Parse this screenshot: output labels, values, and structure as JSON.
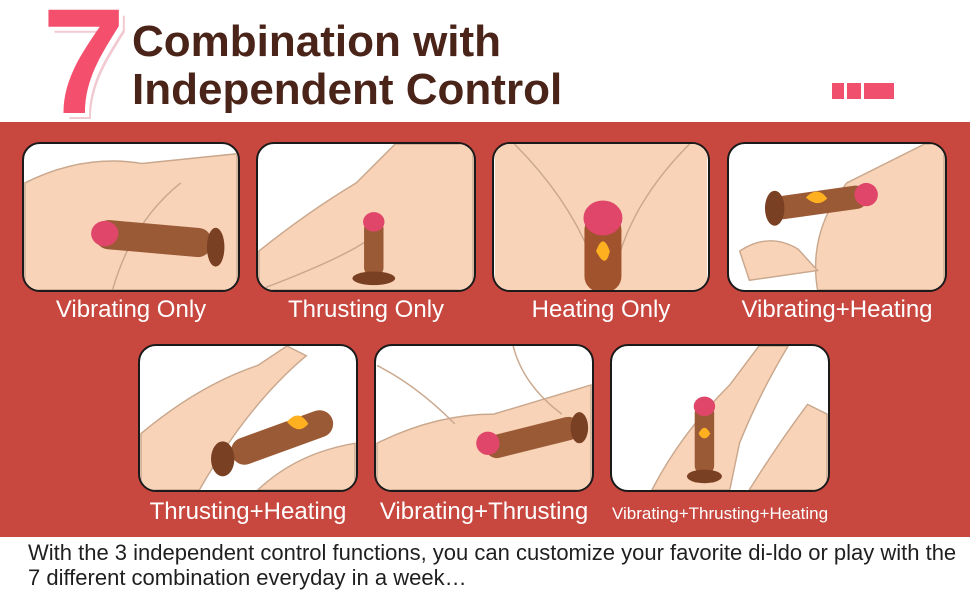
{
  "header": {
    "number": "7",
    "title_line1": "Combination with",
    "title_line2": "Independent Control"
  },
  "modes": [
    {
      "label": "Vibrating Only"
    },
    {
      "label": "Thrusting Only"
    },
    {
      "label": "Heating Only"
    },
    {
      "label": "Vibrating+Heating"
    },
    {
      "label": "Thrusting+Heating"
    },
    {
      "label": "Vibrating+Thrusting"
    },
    {
      "label": "Vibrating+Thrusting+Heating"
    }
  ],
  "footer": {
    "text": "With the 3 independent control functions, you can customize your favorite di-ldo or play with the 7 different combination everyday in a week…"
  },
  "colors": {
    "accent": "#f4506e",
    "band": "#c8473f",
    "title": "#4a2418",
    "skin": "#f9d3b8",
    "outline": "#1a1a1a"
  }
}
